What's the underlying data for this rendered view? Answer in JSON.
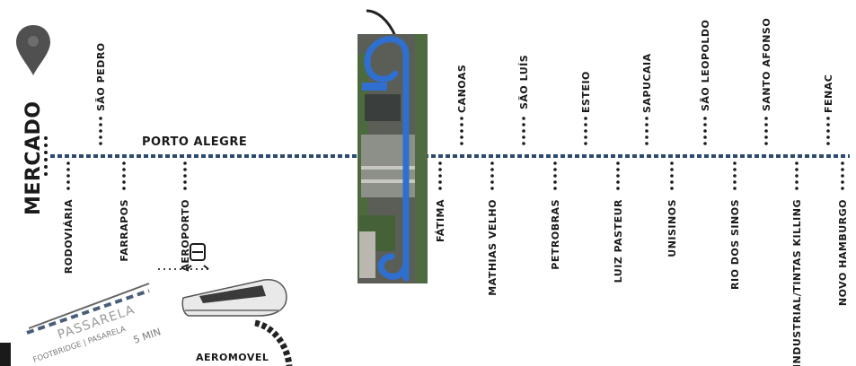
{
  "line_color": "#2c4a6e",
  "accent_blue": "#2f6fd0",
  "origin": {
    "label": "MERCADO",
    "icon": "map-pin-icon"
  },
  "city_label": "PORTO ALEGRE",
  "stations_above": [
    "SÃO PEDRO",
    "CANOAS",
    "SÃO LUÍS",
    "ESTEIO",
    "SAPUCAIA",
    "SÃO LEOPOLDO",
    "SANTO AFONSO",
    "FENAC"
  ],
  "stations_below": [
    "RODOVIÁRIA",
    "FARRAPOS",
    "AEROPORTO",
    "FÁTIMA",
    "MATHIAS VELHO",
    "PETROBRAS",
    "LUIZ PASTEUR",
    "UNISINOS",
    "RIO DOS SINOS",
    "INDUSTRIAL/TINTAS KILLING",
    "NOVO HAMBURGO"
  ],
  "transfer": {
    "passarela": "PASSARELA",
    "footbridge": "FOOTBRIDGE | PASARELA",
    "duration": "5 MIN",
    "aeromovel": "AEROMOVEL",
    "train_icon": "train-icon"
  }
}
